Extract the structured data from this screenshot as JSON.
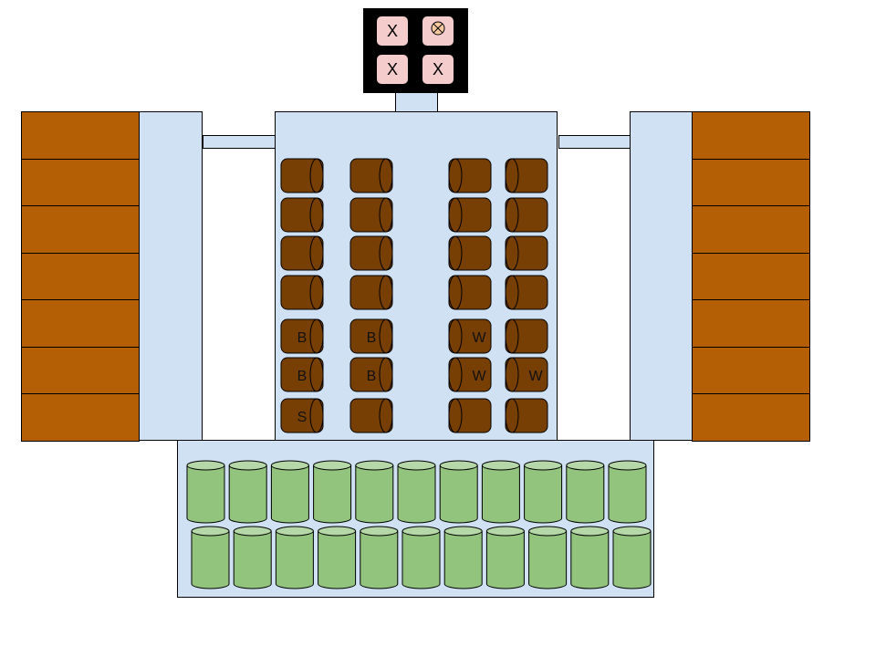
{
  "control_panel": {
    "tiles": [
      {
        "label": "X"
      },
      {
        "icon": "crossed-circle-icon"
      },
      {
        "label": "X"
      },
      {
        "label": "X"
      }
    ]
  },
  "brown_rows": [
    [
      "",
      "",
      "",
      ""
    ],
    [
      "",
      "",
      "",
      ""
    ],
    [
      "",
      "",
      "",
      ""
    ],
    [
      "",
      "",
      "",
      ""
    ],
    [
      "B",
      "B",
      "W",
      ""
    ],
    [
      "B",
      "B",
      "W",
      "W"
    ],
    [
      "S",
      "",
      "",
      ""
    ]
  ],
  "green_rows": [
    11,
    11
  ],
  "colors": {
    "light_blue": "#cfe1f3",
    "shelf": "#b45f06",
    "barrel": "#783f04",
    "green": "#93c47d",
    "tile": "#f4cccc"
  }
}
